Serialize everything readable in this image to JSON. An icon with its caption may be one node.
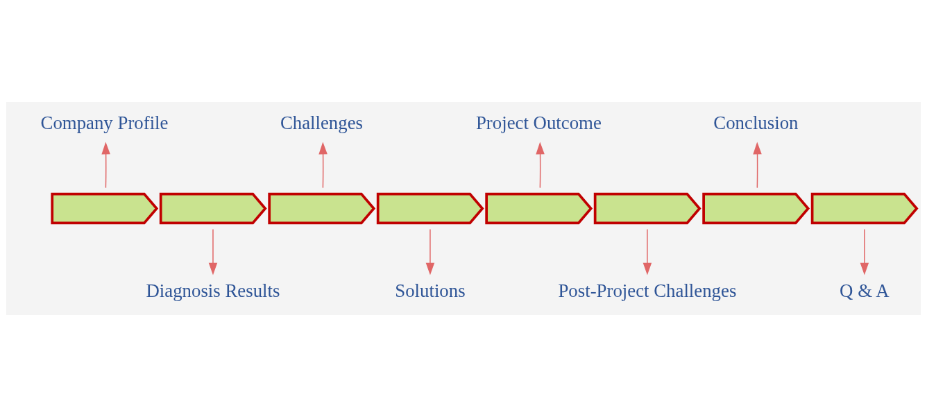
{
  "diagram": {
    "nodes": [
      {
        "text": [],
        "shape": "chevron"
      },
      {
        "text": [],
        "shape": "chevron"
      },
      {
        "text": [],
        "shape": "chevron"
      },
      {
        "text": [],
        "shape": "chevron"
      },
      {
        "text": [],
        "shape": "chevron"
      },
      {
        "text": [],
        "shape": "chevron"
      },
      {
        "text": [],
        "shape": "chevron"
      },
      {
        "text": [],
        "shape": "chevron"
      },
      {
        "text": [
          "Company Profile"
        ]
      },
      {
        "text": [
          "Diagnosis Results"
        ]
      },
      {
        "text": [
          "Challenges"
        ]
      },
      {
        "text": [
          "Solutions"
        ]
      },
      {
        "text": [
          "Project Outcome"
        ]
      },
      {
        "text": [
          "Post-Project Challenges"
        ]
      },
      {
        "text": [
          "Conclusion"
        ]
      },
      {
        "text": [
          "Q & A"
        ]
      }
    ],
    "edges": [
      {
        "from": 0,
        "to": 8,
        "arrow": "to"
      },
      {
        "from": 1,
        "to": 9,
        "arrow": "to"
      },
      {
        "from": 2,
        "to": 10,
        "arrow": "to"
      },
      {
        "from": 3,
        "to": 11,
        "arrow": "to"
      },
      {
        "from": 4,
        "to": 12,
        "arrow": "to"
      },
      {
        "from": 5,
        "to": 13,
        "arrow": "to"
      },
      {
        "from": 6,
        "to": 14,
        "arrow": "to"
      },
      {
        "from": 7,
        "to": 15,
        "arrow": "to"
      }
    ]
  }
}
